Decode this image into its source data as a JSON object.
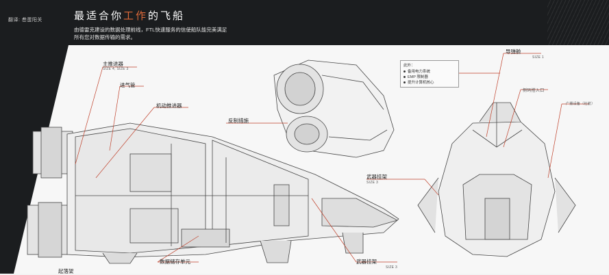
{
  "header": {
    "translator": "翻译: 叁蛋阳关",
    "title_before": "最适合你",
    "title_accent": "工作",
    "title_after": "的飞船",
    "description_line1": "由德雷克建设的数据处理前线，FTL快速服务的信使船队能完美满足",
    "description_line2": "所有您对数据传输的需求。"
  },
  "labels": {
    "main_thruster": "主推进器",
    "main_thruster_size": "SIZE 4, SIZE 3",
    "air_intake": "进气管",
    "maneuver_thruster": "机动推进器",
    "countermeasures": "反制措施",
    "weapon_mount_1": "武器挂架",
    "weapon_mount_1_size": "SIZE 3",
    "data_storage": "数据储存单元",
    "weapon_mount_2": "武器挂架",
    "weapon_mount_2_size": "SIZE 3",
    "landing_gear": "起落架",
    "missile_rack": "导弹舱",
    "missile_rack_size": "SIZE 1",
    "side_entry": "侧码搭入口",
    "broadcast": "广播设备（社航）"
  },
  "note": {
    "heading": "此外：",
    "items": [
      "备用电力系统",
      "EMP 限制器",
      "提升计算机核心"
    ]
  },
  "colors": {
    "accent": "#e06a3a",
    "header_bg": "#1b1d1f",
    "callout_line": "#c0402a"
  }
}
